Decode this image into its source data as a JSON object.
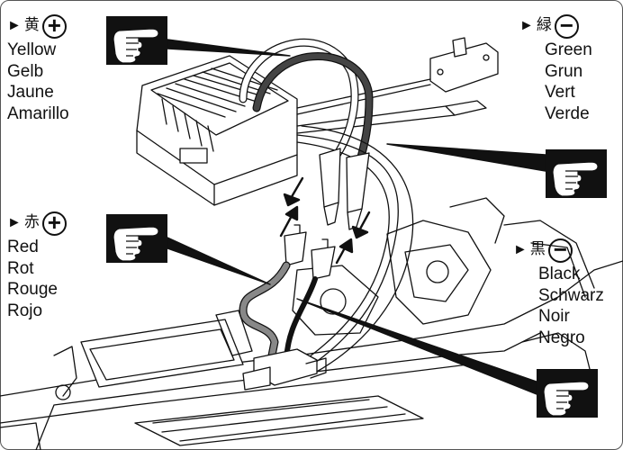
{
  "callouts": {
    "yellow": {
      "arrow": "►",
      "kanji": "黄",
      "sign": "+",
      "names": [
        "Yellow",
        "Gelb",
        "Jaune",
        "Amarillo"
      ]
    },
    "green": {
      "arrow": "►",
      "kanji": "緑",
      "sign": "−",
      "names": [
        "Green",
        "Grun",
        "Vert",
        "Verde"
      ]
    },
    "red": {
      "arrow": "►",
      "kanji": "赤",
      "sign": "+",
      "names": [
        "Red",
        "Rot",
        "Rouge",
        "Rojo"
      ]
    },
    "black": {
      "arrow": "►",
      "kanji": "黒",
      "sign": "−",
      "names": [
        "Black",
        "Schwarz",
        "Noir",
        "Negro"
      ]
    }
  },
  "icons": {
    "pointer": "pointing-hand-icon"
  },
  "colors": {
    "ink": "#111111",
    "wire_dark": "#2a2a2a",
    "wire_gray": "#777777",
    "paper": "#ffffff"
  }
}
